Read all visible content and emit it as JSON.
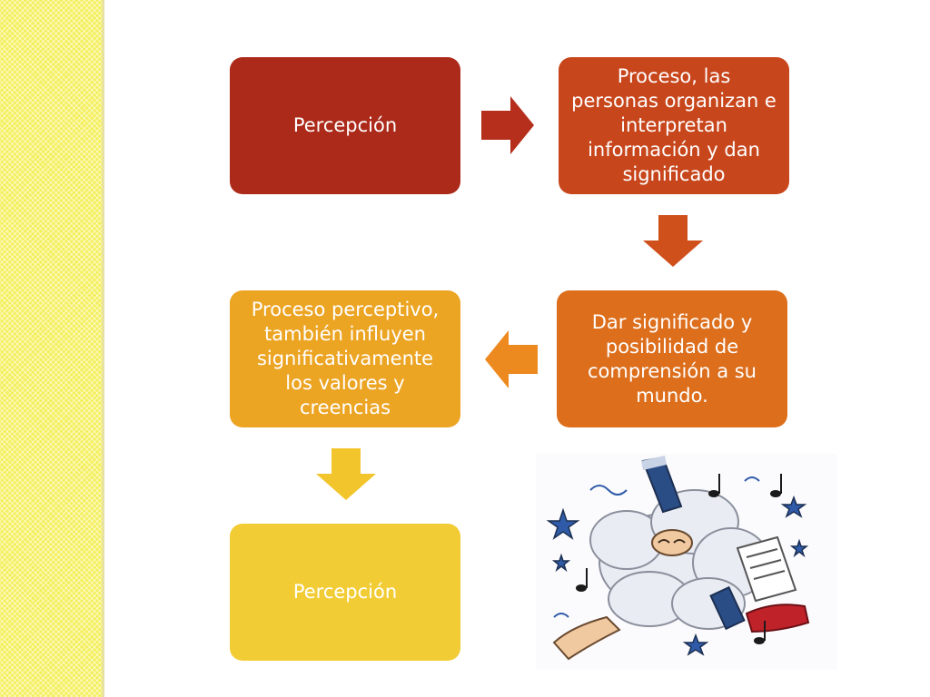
{
  "diagram": {
    "nodes": [
      {
        "id": "n1",
        "label": "Percepción"
      },
      {
        "id": "n2",
        "label": "Proceso, las personas organizan e interpretan información  y dan significado"
      },
      {
        "id": "n3",
        "label": "Dar significado y posibilidad de comprensión a su mundo."
      },
      {
        "id": "n4",
        "label": "Proceso perceptivo, también influyen significativamente los valores y creencias"
      },
      {
        "id": "n5",
        "label": "Percepción"
      }
    ],
    "edges": [
      {
        "from": "n1",
        "to": "n2"
      },
      {
        "from": "n2",
        "to": "n3"
      },
      {
        "from": "n3",
        "to": "n4"
      },
      {
        "from": "n4",
        "to": "n5"
      }
    ]
  },
  "colors": {
    "side_band": "#f4ef5c",
    "node1": "#ac2a1a",
    "node2": "#c8461c",
    "node3": "#dd6e1c",
    "node4": "#eca423",
    "node5": "#f2cc34",
    "arrow1": "#b52f1c",
    "arrow2": "#d0501c",
    "arrow3": "#ec8a1f",
    "arrow4": "#f3c52c"
  },
  "illustration": {
    "icon": "cartoon-thinker-brainstorm-icon"
  }
}
